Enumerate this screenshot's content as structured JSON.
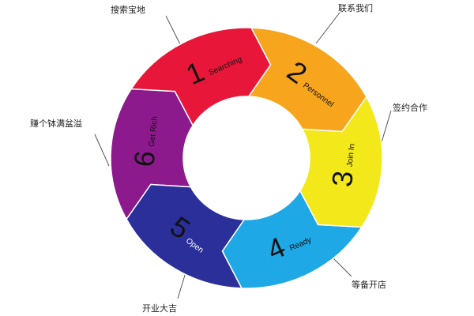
{
  "steps": [
    {
      "num": "1",
      "name": "Searching",
      "label": "搜索宝地",
      "color": "#e8173a"
    },
    {
      "num": "2",
      "name": "Personnel",
      "label": "联系我们",
      "color": "#f7a51c"
    },
    {
      "num": "3",
      "name": "Join In",
      "label": "签约合作",
      "color": "#f2e81a"
    },
    {
      "num": "4",
      "name": "Ready",
      "label": "等备开店",
      "color": "#1ea8e6"
    },
    {
      "num": "5",
      "name": "Open",
      "label": "开业大吉",
      "color": "#2a2f9a"
    },
    {
      "num": "6",
      "name": "Get Rich",
      "label": "赚个钵满盆溢",
      "color": "#8c1a8c"
    }
  ]
}
